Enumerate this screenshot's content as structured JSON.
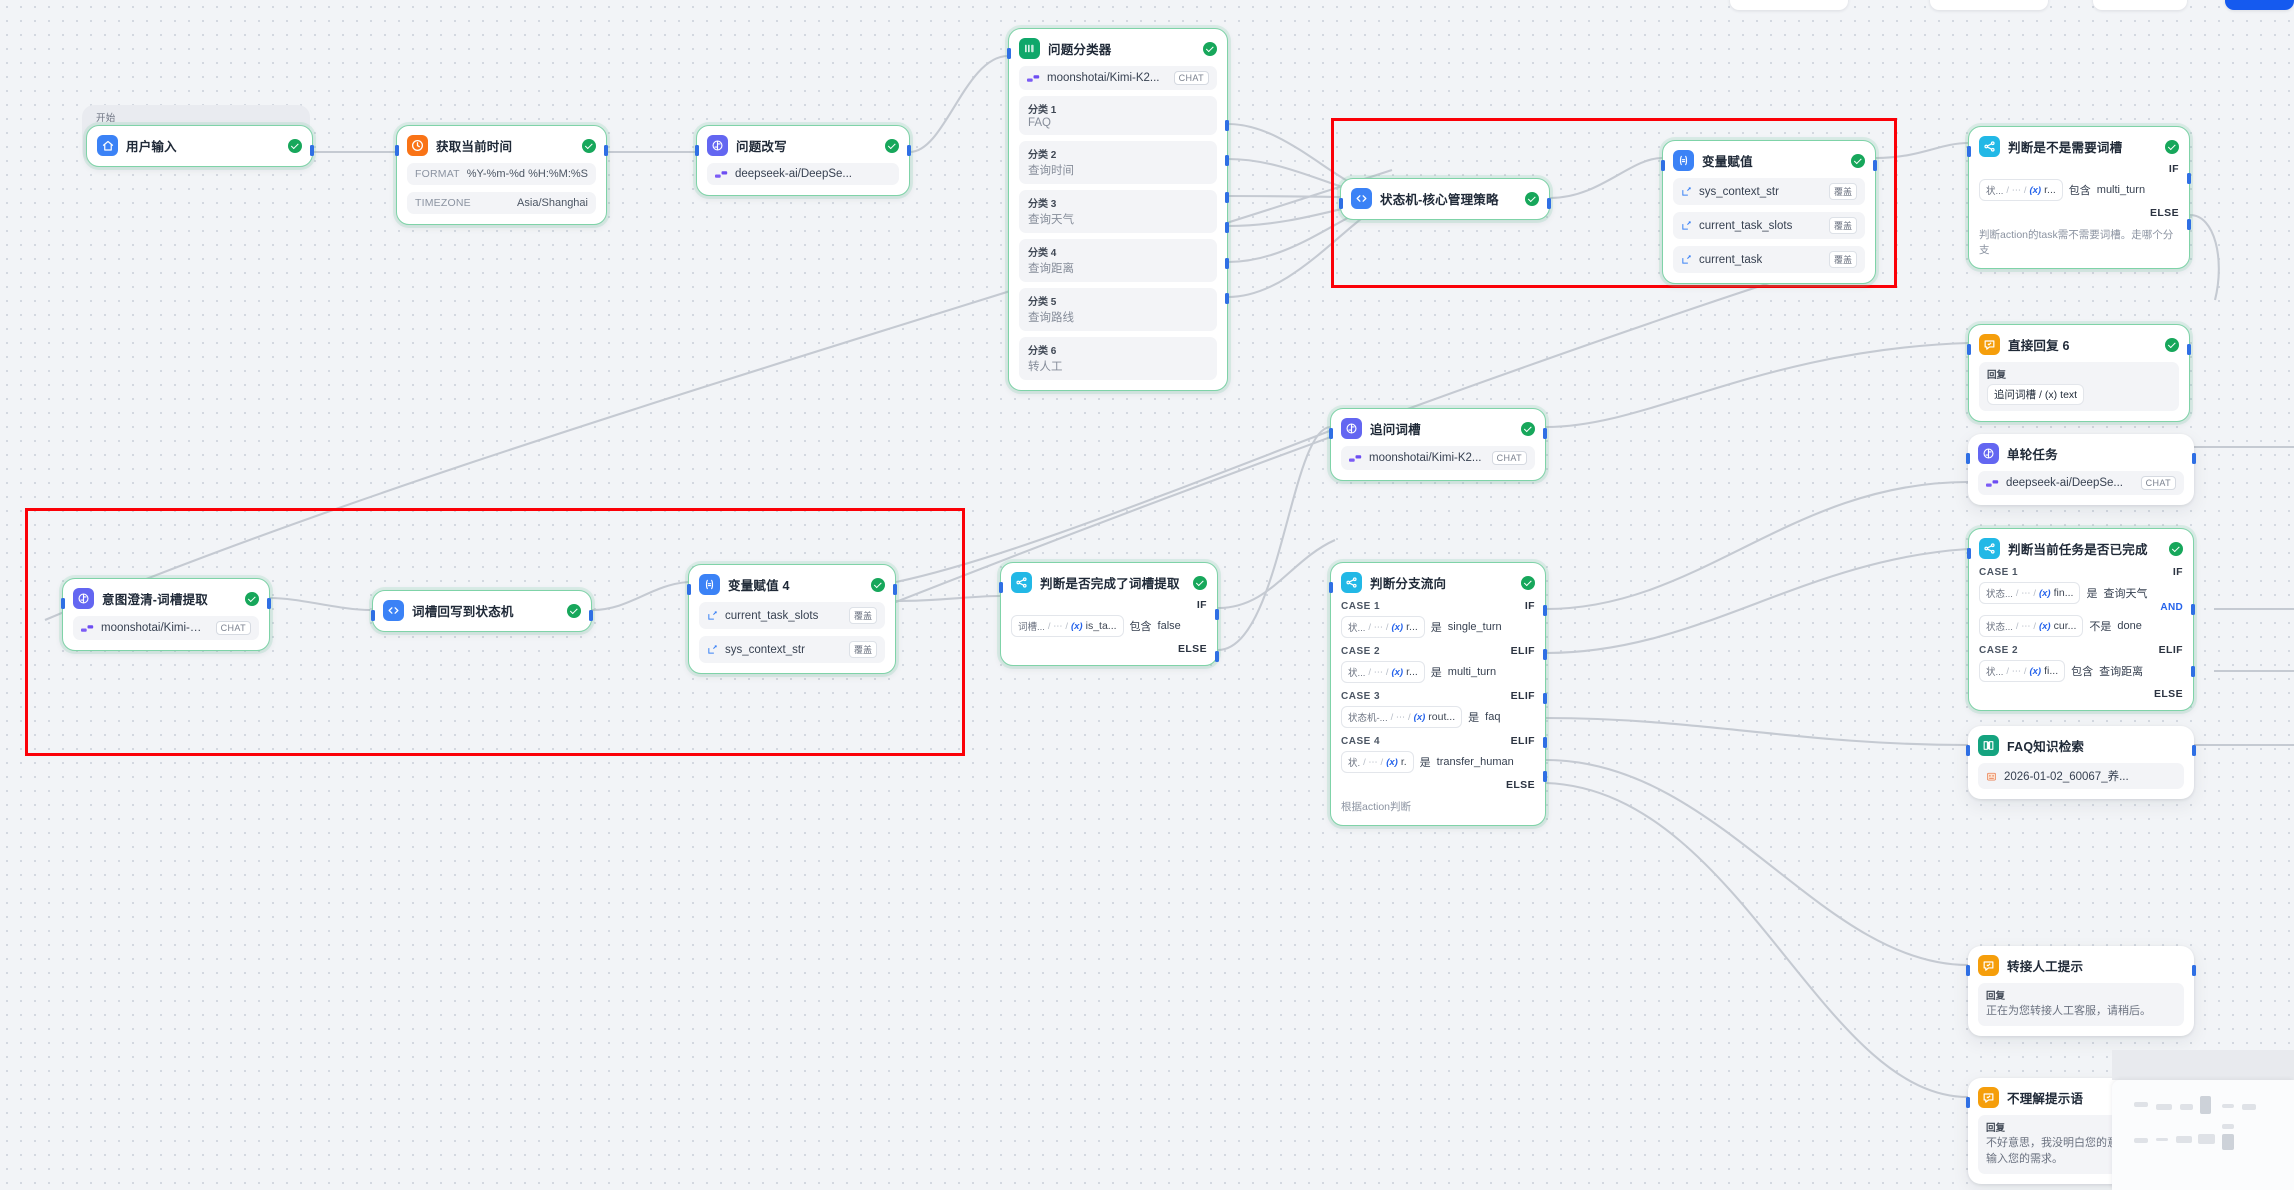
{
  "canvas": {
    "start_group_label": "开始",
    "highlight_color": "#fb0007",
    "accent_color": "#2563eb",
    "selected_border_color": "#7fd3a8"
  },
  "nodes": {
    "user_input": {
      "title": "用户输入"
    },
    "get_time": {
      "title": "获取当前时间",
      "rows": [
        {
          "label": "FORMAT",
          "value": "%Y-%m-%d %H:%M:%S"
        },
        {
          "label": "TIMEZONE",
          "value": "Asia/Shanghai"
        }
      ]
    },
    "rewrite": {
      "title": "问题改写",
      "model": "deepseek-ai/DeepSe...",
      "tag": "CHAT"
    },
    "classifier": {
      "title": "问题分类器",
      "model": "moonshotai/Kimi-K2...",
      "tag": "CHAT",
      "classes": [
        {
          "key": "分类 1",
          "value": "FAQ"
        },
        {
          "key": "分类 2",
          "value": "查询时间"
        },
        {
          "key": "分类 3",
          "value": "查询天气"
        },
        {
          "key": "分类 4",
          "value": "查询距离"
        },
        {
          "key": "分类 5",
          "value": "查询路线"
        },
        {
          "key": "分类 6",
          "value": "转人工"
        }
      ]
    },
    "state_machine": {
      "title": "状态机-核心管理策略"
    },
    "var_assign": {
      "title": "变量赋值",
      "vars": [
        {
          "name": "sys_context_str",
          "mode": "覆盖"
        },
        {
          "name": "current_task_slots",
          "mode": "覆盖"
        },
        {
          "name": "current_task",
          "mode": "覆盖"
        }
      ]
    },
    "need_slot": {
      "title": "判断是不是需要词槽",
      "if_kw": "IF",
      "else_kw": "ELSE",
      "condition": {
        "code": "状...",
        "sep": "/ ⋯ /",
        "x": "(x)",
        "name": "r...",
        "op": "包含",
        "value": "multi_turn"
      },
      "desc": "判断action的task需不需要词槽。走哪个分支"
    },
    "direct_reply_6": {
      "title": "直接回复 6",
      "reply_label": "回复",
      "chip": {
        "code": "追问词槽",
        "sep": "/",
        "x": "(x)",
        "name": "text"
      }
    },
    "single_turn": {
      "title": "单轮任务",
      "model": "deepseek-ai/DeepSe...",
      "tag": "CHAT"
    },
    "task_done": {
      "title": "判断当前任务是否已完成",
      "cases": [
        {
          "label": "CASE 1",
          "kw": "IF",
          "conds": [
            {
              "code": "状态...",
              "sep": "/ ⋯ /",
              "x": "(x)",
              "name": "fin...",
              "op": "是",
              "value": "查询天气"
            },
            {
              "code": "状态...",
              "sep": "/ ⋯ /",
              "x": "(x)",
              "name": "cur...",
              "op": "不是",
              "value": "done"
            }
          ],
          "joiner": "AND"
        },
        {
          "label": "CASE 2",
          "kw": "ELIF",
          "conds": [
            {
              "code": "状...",
              "sep": "/ ⋯ /",
              "x": "(x)",
              "name": "fi...",
              "op": "包含",
              "value": "查询距离"
            }
          ]
        }
      ],
      "else_kw": "ELSE"
    },
    "faq_search": {
      "title": "FAQ知识检索",
      "dataset": "2026-01-02_60067_养..."
    },
    "transfer_tip": {
      "title": "转接人工提示",
      "reply_label": "回复",
      "text": "正在为您转接人工客服，请稍后。"
    },
    "fallback_tip": {
      "title": "不理解提示语",
      "reply_label": "回复",
      "text": "不好意思，我没明白您的意思，请重新输入您的需求。"
    },
    "ask_slot": {
      "title": "追问词槽",
      "model": "moonshotai/Kimi-K2...",
      "tag": "CHAT"
    },
    "slot_done": {
      "title": "判断是否完成了词槽提取",
      "if_kw": "IF",
      "else_kw": "ELSE",
      "condition": {
        "code": "词槽...",
        "sep": "/ ⋯ /",
        "x": "(x)",
        "name": "is_ta...",
        "op": "包含",
        "value": "false"
      }
    },
    "branch_flow": {
      "title": "判断分支流向",
      "cases": [
        {
          "label": "CASE 1",
          "kw": "IF",
          "conds": [
            {
              "code": "状...",
              "sep": "/ ⋯ /",
              "x": "(x)",
              "name": "r...",
              "op": "是",
              "value": "single_turn"
            }
          ]
        },
        {
          "label": "CASE 2",
          "kw": "ELIF",
          "conds": [
            {
              "code": "状...",
              "sep": "/ ⋯ /",
              "x": "(x)",
              "name": "r...",
              "op": "是",
              "value": "multi_turn"
            }
          ]
        },
        {
          "label": "CASE 3",
          "kw": "ELIF",
          "conds": [
            {
              "code": "状态机-...",
              "sep": "/ ⋯ /",
              "x": "(x)",
              "name": "rout...",
              "op": "是",
              "value": "faq"
            }
          ]
        },
        {
          "label": "CASE 4",
          "kw": "ELIF",
          "conds": [
            {
              "code": "状.",
              "sep": "/ ⋯ /",
              "x": "(x)",
              "name": "r.",
              "op": "是",
              "value": "transfer_human"
            }
          ]
        }
      ],
      "else_kw": "ELSE",
      "desc": "根据action判断"
    },
    "intent_clarify": {
      "title": "意图澄清-词槽提取",
      "model": "moonshotai/Kimi-K2...",
      "tag": "CHAT"
    },
    "slot_writeback": {
      "title": "词槽回写到状态机"
    },
    "var_assign_4": {
      "title": "变量赋值 4",
      "vars": [
        {
          "name": "current_task_slots",
          "mode": "覆盖"
        },
        {
          "name": "sys_context_str",
          "mode": "覆盖"
        }
      ]
    }
  },
  "icons": {
    "user_input": "home-icon",
    "get_time": "clock-icon",
    "llm": "llm-icon",
    "classifier": "classifier-icon",
    "code": "code-icon",
    "variable": "variable-assign-icon",
    "branch": "branch-icon",
    "answer": "answer-icon",
    "knowledge": "knowledge-book-icon",
    "model": "model-icon",
    "dataset": "dataset-icon"
  }
}
